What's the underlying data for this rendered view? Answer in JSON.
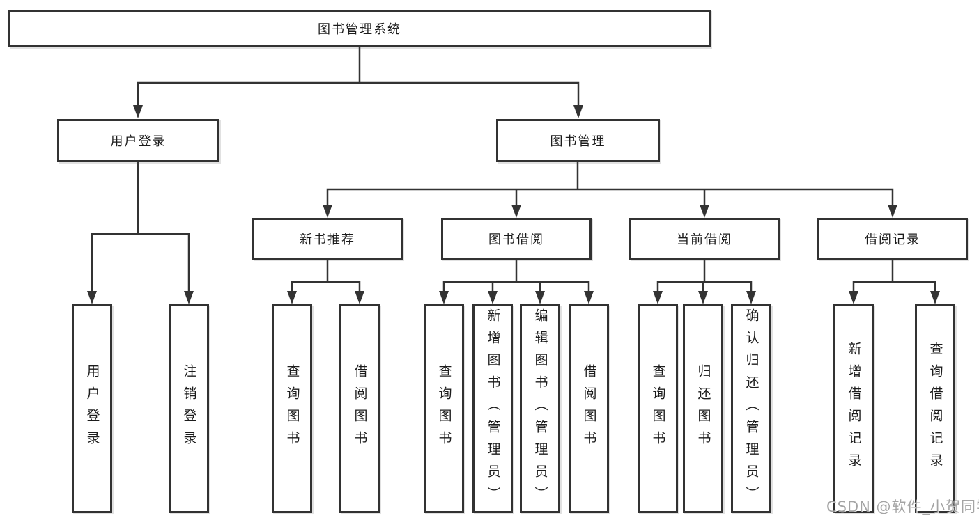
{
  "colors": {
    "background": "#ffffff",
    "line": "#333333",
    "box_border": "#323232",
    "text": "#1c1c1c",
    "watermark": "#949494"
  },
  "nodes": {
    "root": {
      "label": "图书管理系统"
    },
    "level2": [
      {
        "label": "用户登录"
      },
      {
        "label": "图书管理"
      }
    ],
    "level3": [
      {
        "label": "新书推荐"
      },
      {
        "label": "图书借阅"
      },
      {
        "label": "当前借阅"
      },
      {
        "label": "借阅记录"
      }
    ],
    "leaves": [
      {
        "label": "用户登录"
      },
      {
        "label": "注销登录"
      },
      {
        "label": "查询图书"
      },
      {
        "label": "借阅图书"
      },
      {
        "label": "查询图书"
      },
      {
        "label": "新增图书（管理员）"
      },
      {
        "label": "编辑图书（管理员）"
      },
      {
        "label": "借阅图书"
      },
      {
        "label": "查询图书"
      },
      {
        "label": "归还图书"
      },
      {
        "label": "确认归还（管理员）"
      },
      {
        "label": "新增借阅记录"
      },
      {
        "label": "查询借阅记录"
      }
    ]
  },
  "watermark": {
    "text": "CSDN @软件_小贺同学"
  }
}
